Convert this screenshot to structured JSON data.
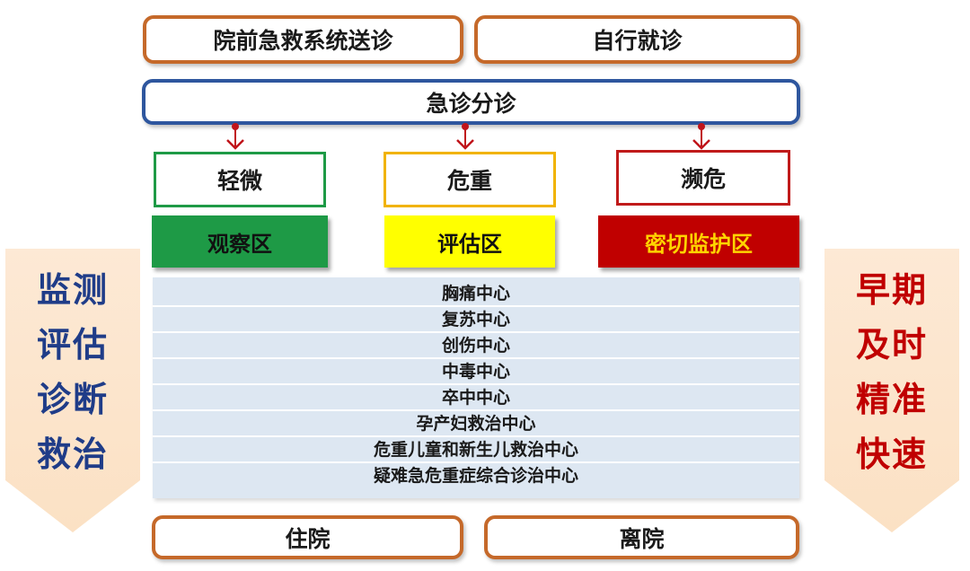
{
  "top": {
    "prehospital": "院前急救系统送诊",
    "self_visit": "自行就诊"
  },
  "triage": "急诊分诊",
  "levels": {
    "mild": {
      "label": "轻微",
      "color": "#1e9a46"
    },
    "severe": {
      "label": "危重",
      "color": "#f1b300"
    },
    "dying": {
      "label": "濒危",
      "color": "#c01a1a"
    }
  },
  "zones": {
    "observation": {
      "label": "观察区",
      "bg": "#1e9a46",
      "fg": "#111111"
    },
    "assessment": {
      "label": "评估区",
      "bg": "#ffff00",
      "fg": "#111111"
    },
    "close_monitor": {
      "label": "密切监护区",
      "bg": "#c00000",
      "fg": "#ffd400"
    }
  },
  "centers": [
    "胸痛中心",
    "复苏中心",
    "创伤中心",
    "中毒中心",
    "卒中中心",
    "孕产妇救治中心",
    "危重儿童和新生儿救治中心",
    "疑难急危重症综合诊治中心"
  ],
  "left_side": [
    "监测",
    "评估",
    "诊断",
    "救治"
  ],
  "right_side": [
    "早期",
    "及时",
    "精准",
    "快速"
  ],
  "bottom": {
    "admit": "住院",
    "discharge": "离院"
  },
  "colors": {
    "orange_border": "#c5692a",
    "blue_border": "#2e569e",
    "side_text": "#1f3c88",
    "right_text": "#c00000",
    "side_fill": "#fbe6cf",
    "arrow_red": "#c0141a"
  }
}
